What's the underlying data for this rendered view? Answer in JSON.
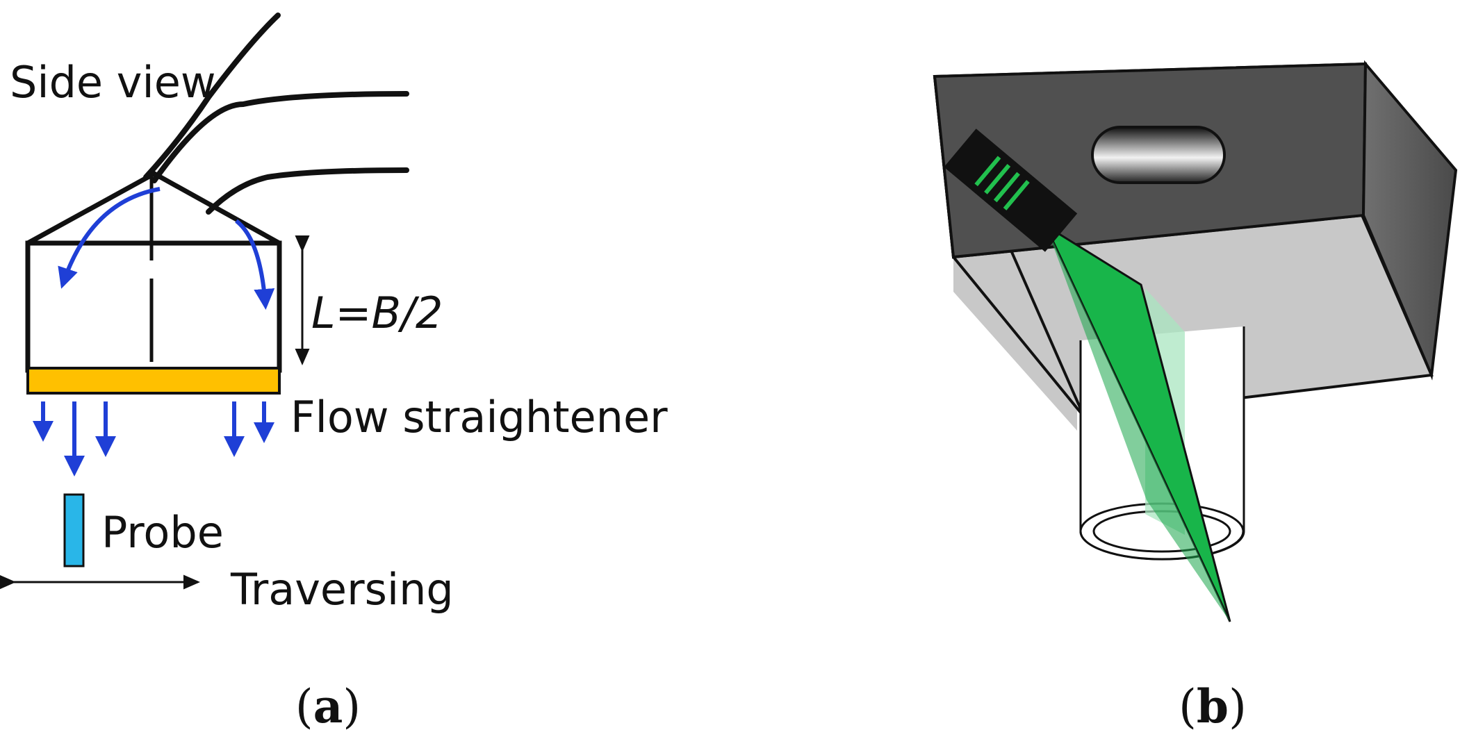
{
  "panel_a": {
    "side_view_label": "Side view",
    "length_label": "L=B/2",
    "straightener_label": "Flow straightener",
    "probe_label": "Probe",
    "traversing_label": "Traversing",
    "caption_open": "(",
    "caption_letter": "a",
    "caption_close": ")"
  },
  "panel_b": {
    "caption_open": "(",
    "caption_letter": "b",
    "caption_close": ")"
  },
  "colors": {
    "flow_arrows": "#1f3fd6",
    "straightener": "#ffc000",
    "probe": "#29b6e8",
    "laser_sheet": "#18b54a",
    "block_top": "#505050",
    "block_front": "#c8c8c8",
    "block_side": "#5e5e5e"
  }
}
